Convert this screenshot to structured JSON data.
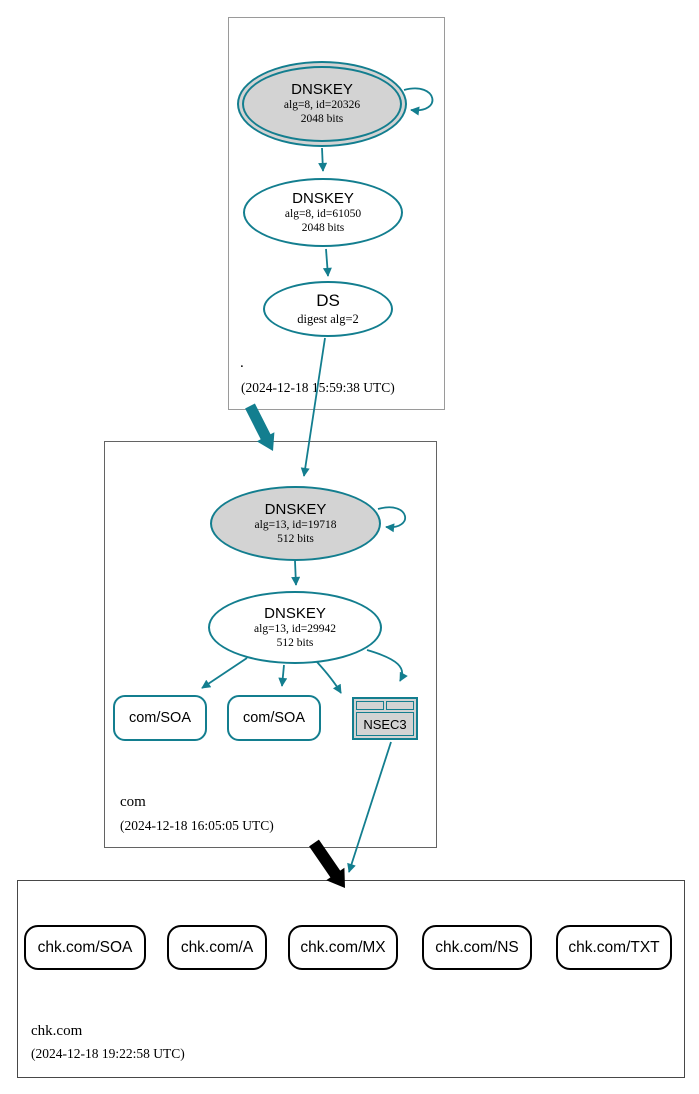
{
  "colors": {
    "secure_teal": "#137e8f",
    "key_fill_gray": "#d3d3d3",
    "insecure_black": "#000000"
  },
  "zones": {
    "root": {
      "name": ".",
      "timestamp": "(2024-12-18 15:59:38 UTC)"
    },
    "com": {
      "name": "com",
      "timestamp": "(2024-12-18 16:05:05 UTC)"
    },
    "chk": {
      "name": "chk.com",
      "timestamp": "(2024-12-18 19:22:58 UTC)"
    }
  },
  "nodes": {
    "root_ksk": {
      "title": "DNSKEY",
      "detail": "alg=8, id=20326",
      "size": "2048 bits"
    },
    "root_zsk": {
      "title": "DNSKEY",
      "detail": "alg=8, id=61050",
      "size": "2048 bits"
    },
    "root_ds": {
      "title": "DS",
      "detail": "digest alg=2"
    },
    "com_ksk": {
      "title": "DNSKEY",
      "detail": "alg=13, id=19718",
      "size": "512 bits"
    },
    "com_zsk": {
      "title": "DNSKEY",
      "detail": "alg=13, id=29942",
      "size": "512 bits"
    },
    "com_soa_1": {
      "label": "com/SOA"
    },
    "com_soa_2": {
      "label": "com/SOA"
    },
    "com_nsec3": {
      "label": "NSEC3"
    },
    "chk_soa": {
      "label": "chk.com/SOA"
    },
    "chk_a": {
      "label": "chk.com/A"
    },
    "chk_mx": {
      "label": "chk.com/MX"
    },
    "chk_ns": {
      "label": "chk.com/NS"
    },
    "chk_txt": {
      "label": "chk.com/TXT"
    }
  }
}
